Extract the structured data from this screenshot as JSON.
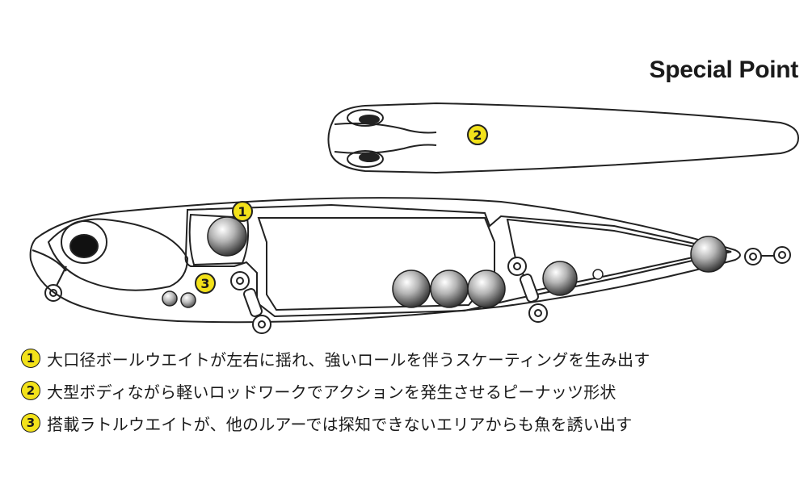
{
  "title": "Special Point",
  "markers": {
    "m1": "1",
    "m2": "2",
    "m3": "3"
  },
  "features": [
    {
      "num": "1",
      "text": "大口径ボールウエイトが左右に揺れ、強いロールを伴うスケーティングを生み出す"
    },
    {
      "num": "2",
      "text": "大型ボディながら軽いロッドワークでアクションを発生させるピーナッツ形状"
    },
    {
      "num": "3",
      "text": "搭載ラトルウエイトが、他のルアーでは探知できないエリアからも魚を誘い出す"
    }
  ],
  "colors": {
    "marker_fill": "#f3e21a",
    "outline": "#222222",
    "text": "#1a1a1a"
  }
}
